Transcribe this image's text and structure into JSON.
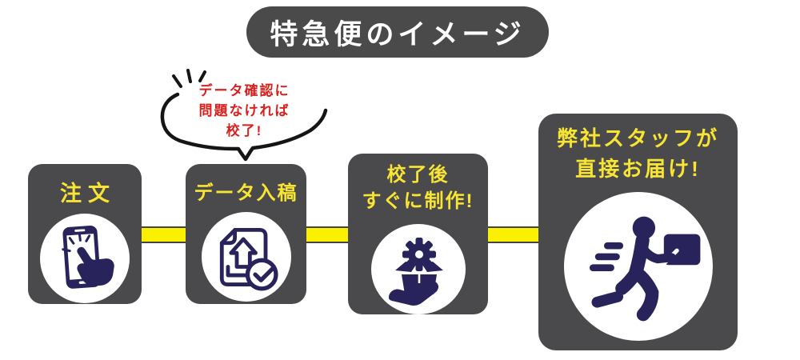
{
  "title": "特急便のイメージ",
  "speech_bubble": {
    "lines": [
      "データ確認に",
      "問題なければ",
      "校了!"
    ],
    "text_color": "#d8201d",
    "outline_color": "#151515"
  },
  "steps": [
    {
      "label_lines": [
        "注文"
      ],
      "icon": "smartphone-tap-icon"
    },
    {
      "label_lines": [
        "データ入稿"
      ],
      "icon": "document-upload-check-icon"
    },
    {
      "label_lines": [
        "校了後",
        "すぐに制作!"
      ],
      "icon": "production-box-gear-hand-icon"
    },
    {
      "label_lines": [
        "弊社スタッフが",
        "直接お届け!"
      ],
      "icon": "delivery-runner-icon"
    }
  ],
  "colors": {
    "background": "#ffffff",
    "card_bg": "#4a4a4c",
    "label_yellow": "#f8e433",
    "connector_yellow": "#fbf000",
    "icon_navy": "#29235c",
    "title_text": "#ffffff"
  }
}
